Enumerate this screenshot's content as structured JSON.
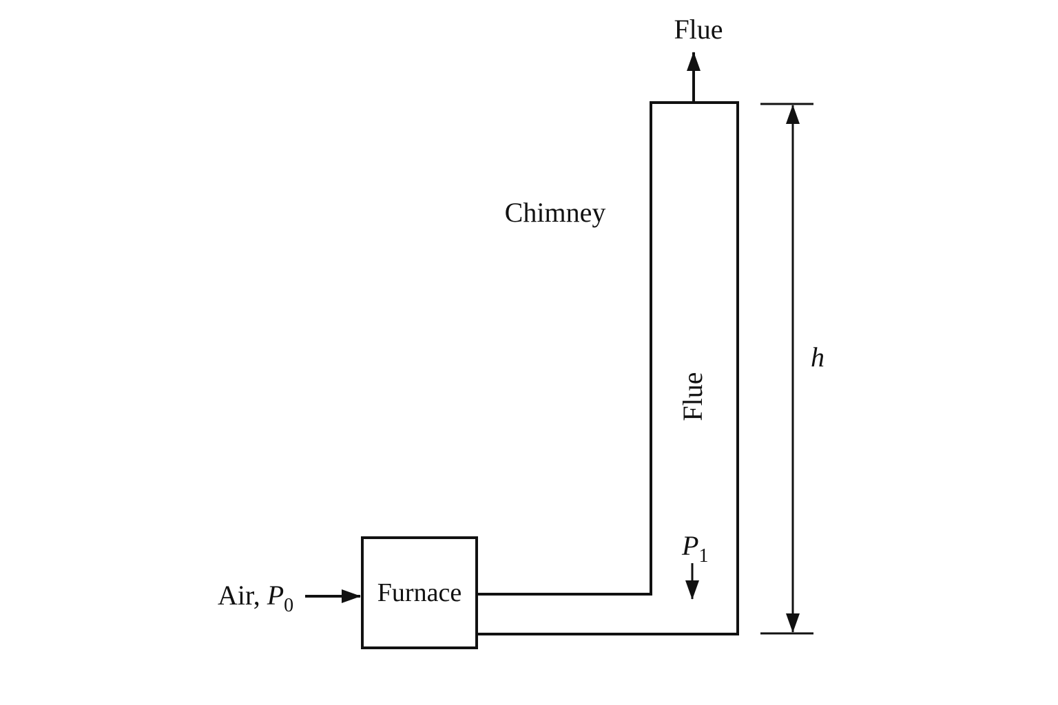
{
  "colors": {
    "background": "#ffffff",
    "stroke": "#111111"
  },
  "labels": {
    "flue_outlet": "Flue",
    "chimney": "Chimney",
    "flue_inside": "Flue",
    "height": "h",
    "pressure_1": {
      "symbol": "P",
      "subscript": "1"
    },
    "air_inlet": {
      "prefix": "Air, ",
      "symbol": "P",
      "subscript": "0"
    },
    "furnace": "Furnace"
  },
  "icons": [
    "arrow-up-icon",
    "arrow-right-icon",
    "arrow-down-icon",
    "double-arrow-icon"
  ]
}
